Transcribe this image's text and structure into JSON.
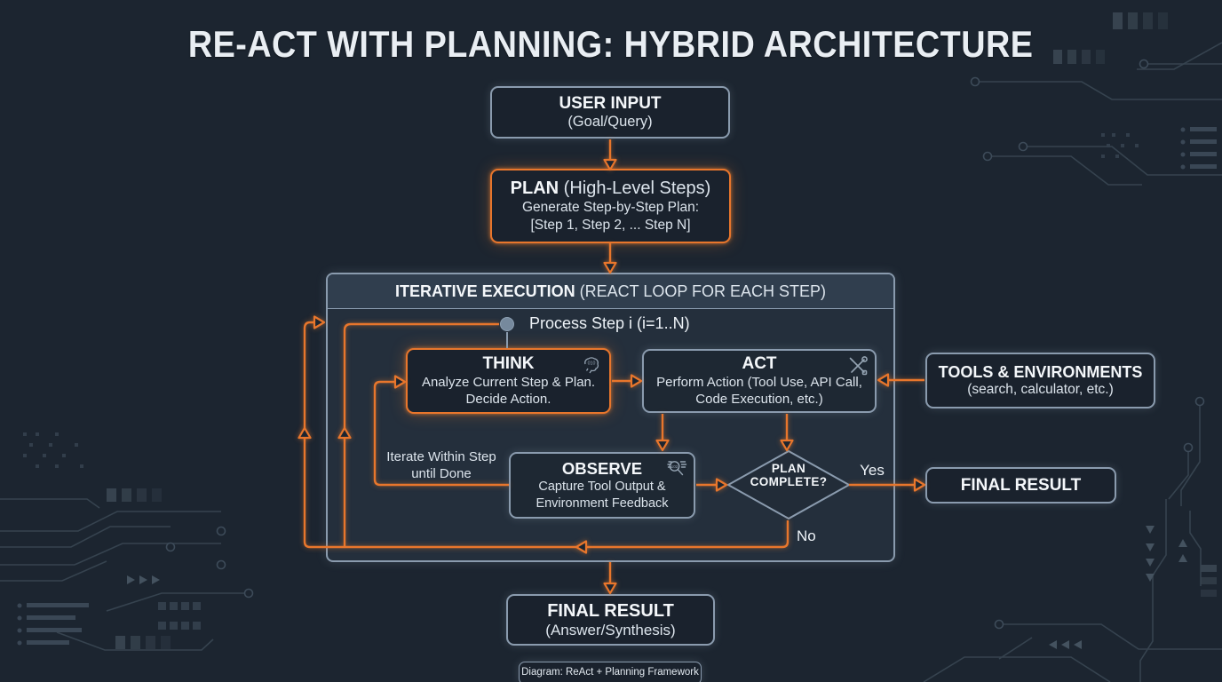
{
  "title": "RE-ACT WITH PLANNING: HYBRID ARCHITECTURE",
  "nodes": {
    "user_input": {
      "title": "USER INPUT",
      "subtitle": "(Goal/Query)"
    },
    "plan": {
      "title_bold": "PLAN",
      "title_rest": " (High-Level Steps)",
      "line1": "Generate Step-by-Step Plan:",
      "line2": "[Step 1, Step 2, ... Step N]"
    },
    "container": {
      "title_bold": "ITERATIVE EXECUTION",
      "title_rest": " (REACT LOOP FOR EACH STEP)"
    },
    "process_step": {
      "label": "Process Step i (i=1..N)"
    },
    "think": {
      "title": "THINK",
      "line1": "Analyze Current Step & Plan.",
      "line2": "Decide Action."
    },
    "act": {
      "title": "ACT",
      "line1": "Perform Action (Tool Use, API Call,",
      "line2": "Code Execution, etc.)"
    },
    "tools": {
      "title": "TOOLS & ENVIRONMENTS",
      "subtitle": "(search, calculator, etc.)"
    },
    "observe": {
      "title": "OBSERVE",
      "line1": "Capture Tool Output &",
      "line2": "Environment Feedback"
    },
    "iterate_label": {
      "line1": "Iterate Within Step",
      "line2": "until Done"
    },
    "decision": {
      "line1": "PLAN",
      "line2": "COMPLETE?"
    },
    "yes_label": "Yes",
    "no_label": "No",
    "final_result_side": {
      "title": "FINAL RESULT"
    },
    "final_result_bottom": {
      "title": "FINAL RESULT",
      "subtitle": "(Answer/Synthesis)"
    },
    "caption": "Diagram: ReAct + Planning Framework"
  },
  "icons": {
    "think": "brain-icon",
    "act": "crossed-tools-icon",
    "observe": "magnifier-icon",
    "loop_start": "loop-start-dot"
  },
  "colors": {
    "background": "#1C2530",
    "accent_orange": "#E8762C",
    "border_slate": "#8A9BAE",
    "panel": "#242F3C",
    "panel_header": "#303E4E",
    "text": "#EDF2F7",
    "circuit_trace": "#36434F"
  }
}
